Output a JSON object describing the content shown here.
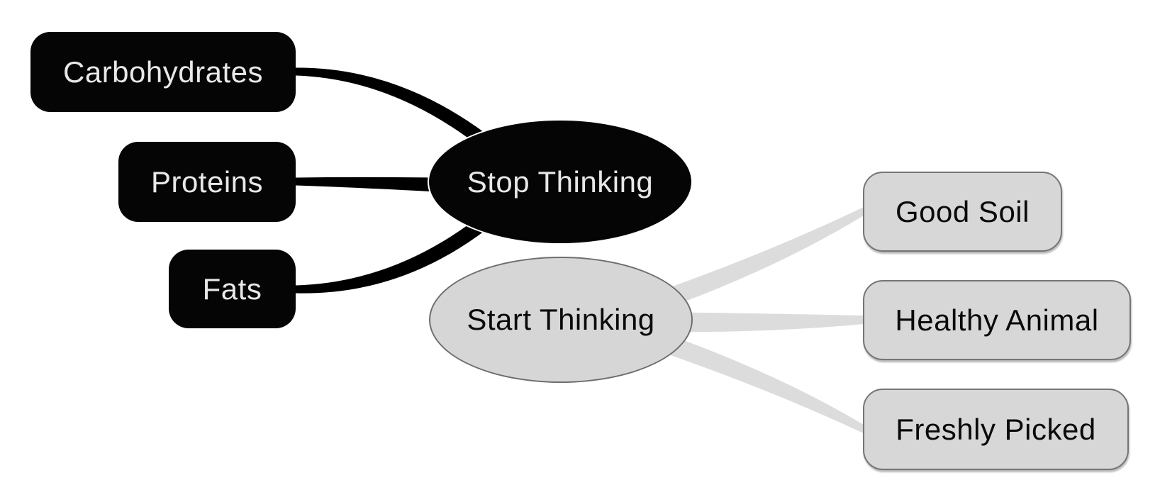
{
  "graph": {
    "type": "mindmap",
    "roots": [
      {
        "label": "Stop Thinking",
        "style": "black",
        "children_side": "left",
        "children": [
          "Carbohydrates",
          "Proteins",
          "Fats"
        ]
      },
      {
        "label": "Start Thinking",
        "style": "gray",
        "children_side": "right",
        "children": [
          "Good Soil",
          "Healthy Animal",
          "Freshly Picked"
        ]
      }
    ]
  },
  "nodes": {
    "stop_thinking": "Stop Thinking",
    "start_thinking": "Start Thinking",
    "carbohydrates": "Carbohydrates",
    "proteins": "Proteins",
    "fats": "Fats",
    "good_soil": "Good Soil",
    "healthy_animal": "Healthy Animal",
    "freshly_picked": "Freshly Picked"
  },
  "colors": {
    "background": "#ffffff",
    "black_node_fill": "#050505",
    "black_node_text": "#e8e8e8",
    "black_edge": "#000000",
    "gray_node_fill": "#d6d6d6",
    "gray_node_border": "#6e6e6e",
    "gray_node_text": "#0a0a0a",
    "gray_edge": "#dcdcdc"
  }
}
